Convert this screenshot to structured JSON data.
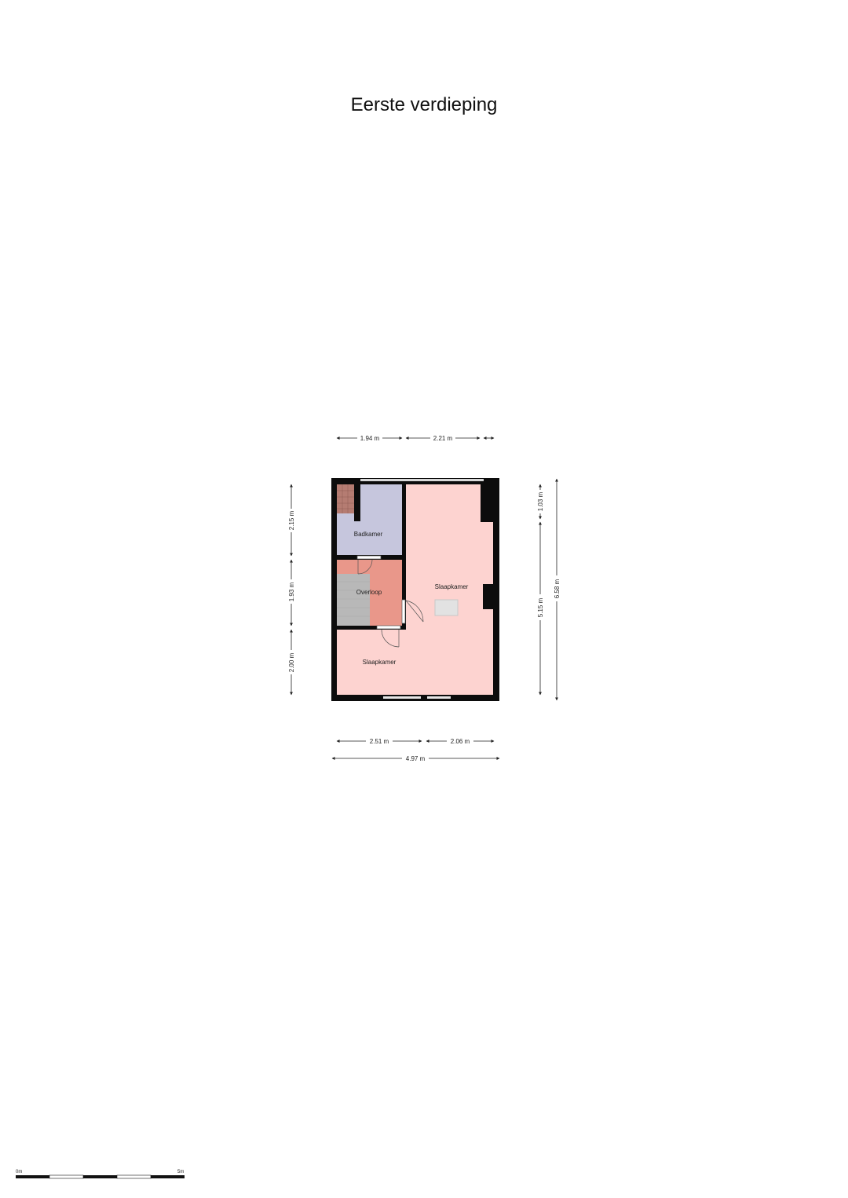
{
  "title": "Eerste verdieping",
  "colors": {
    "wall": "#0c0c0c",
    "bedroom": "#fdd3d0",
    "bathroom": "#c6c6dd",
    "landing": "#e9978a",
    "stairs": "#b8b8b8",
    "tiles": "#b57c72",
    "skylight": "#e2e2e2"
  },
  "rooms": {
    "badkamer": "Badkamer",
    "overloop": "Overloop",
    "slaapkamer_large": "Slaapkamer",
    "slaapkamer_small": "Slaapkamer"
  },
  "dimensions": {
    "top_left": "1.94 m",
    "top_right": "2.21 m",
    "left_top": "2.15 m",
    "left_middle": "1.93 m",
    "left_bottom": "2.00 m",
    "right_upper": "1.03 m",
    "right_lower": "5.15 m",
    "right_total": "6.58 m",
    "bottom_left": "2.51 m",
    "bottom_right": "2.06 m",
    "bottom_total": "4.97 m"
  },
  "scale_bar": {
    "start_label": "0m",
    "end_label": "5m"
  }
}
